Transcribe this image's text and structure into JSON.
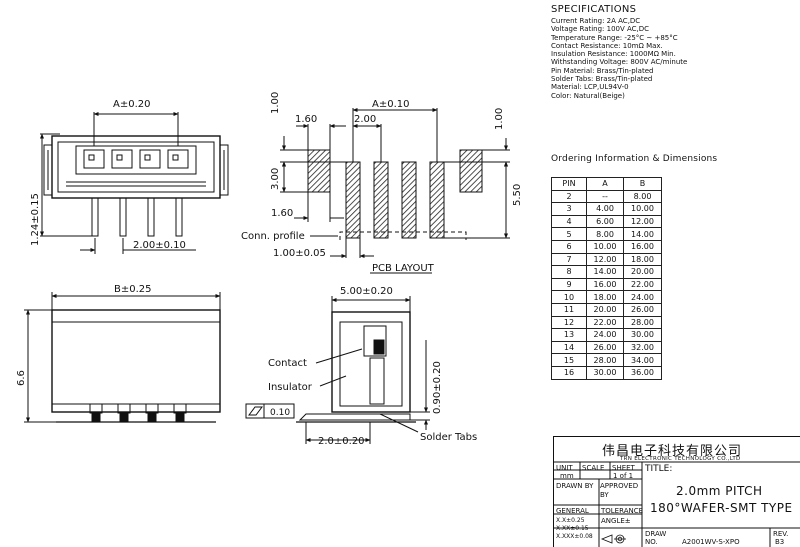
{
  "specifications": {
    "heading": "SPECIFICATIONS",
    "lines": [
      "Current Rating: 2A AC,DC",
      "Voltage Rating: 100V AC,DC",
      "Temperature Range: -25°C ~ +85°C",
      "Contact Resistance: 10mΩ Max.",
      "Insulation Resistance: 1000MΩ Min.",
      "Withstanding Voltage: 800V AC/minute",
      "Pin Material: Brass/Tin-plated",
      "Solder Tabs: Brass/Tin-plated",
      "Material: LCP,UL94V-0",
      "Color: Natural(Beige)"
    ]
  },
  "ordering": {
    "heading": "Ordering Information & Dimensions",
    "columns": [
      "PIN",
      "A",
      "B"
    ],
    "rows": [
      [
        "2",
        "--",
        "8.00"
      ],
      [
        "3",
        "4.00",
        "10.00"
      ],
      [
        "4",
        "6.00",
        "12.00"
      ],
      [
        "5",
        "8.00",
        "14.00"
      ],
      [
        "6",
        "10.00",
        "16.00"
      ],
      [
        "7",
        "12.00",
        "18.00"
      ],
      [
        "8",
        "14.00",
        "20.00"
      ],
      [
        "9",
        "16.00",
        "22.00"
      ],
      [
        "10",
        "18.00",
        "24.00"
      ],
      [
        "11",
        "20.00",
        "26.00"
      ],
      [
        "12",
        "22.00",
        "28.00"
      ],
      [
        "13",
        "24.00",
        "30.00"
      ],
      [
        "14",
        "26.00",
        "32.00"
      ],
      [
        "15",
        "28.00",
        "34.00"
      ],
      [
        "16",
        "30.00",
        "36.00"
      ]
    ]
  },
  "dimensions": {
    "top_a": "A±0.20",
    "height_left": "1.24±0.15",
    "pitch_bottom": "2.00±0.10",
    "conn_profile": "Conn. profile",
    "pcb_a": "A±0.10",
    "pcb_1_00_top": "1.00",
    "pcb_1_60_top": "1.60",
    "pcb_2_00": "2.00",
    "pcb_1_00_right": "1.00",
    "pcb_3_00": "3.00",
    "pcb_5_50": "5.50",
    "pcb_1_60_bottom": "1.60",
    "pcb_1_00_005": "1.00±0.05",
    "pcb_layout": "PCB LAYOUT",
    "front_b": "B±0.25",
    "front_height": "6.6",
    "side_width": "5.00±0.20",
    "side_height": "0.90±0.20",
    "side_bottom": "2.0±0.20",
    "flatness": "0.10",
    "contact": "Contact",
    "insulator": "Insulator",
    "solder_tabs": "Solder Tabs"
  },
  "title_block": {
    "company_cn": "伟昌电子科技有限公司",
    "company_en": "TRN ELECTRONIC TECHNOLOGY CO.,LTD",
    "unit_label": "UNIT",
    "scale_label": "SCALE",
    "sheet_label": "SHEET",
    "title_label": "TITLE:",
    "unit_value": "mm",
    "sheet_value": "1 of 1",
    "drawn_by": "DRAWN BY",
    "approved_by": "APPROVED BY",
    "general": "GENERAL",
    "tolerance": "TOLERANCE",
    "tol_1": "X.X±0.25",
    "tol_2": "X.XX±0.15",
    "tol_3": "X.XXX±0.08",
    "angle": "ANGLE±",
    "title_line1": "2.0mm PITCH",
    "title_line2": "180°WAFER-SMT TYPE",
    "draw_no_label": "DRAW NO.",
    "draw_no": "A2001WV-S-XPO",
    "rev_label": "REV.",
    "rev_value": "B3"
  }
}
